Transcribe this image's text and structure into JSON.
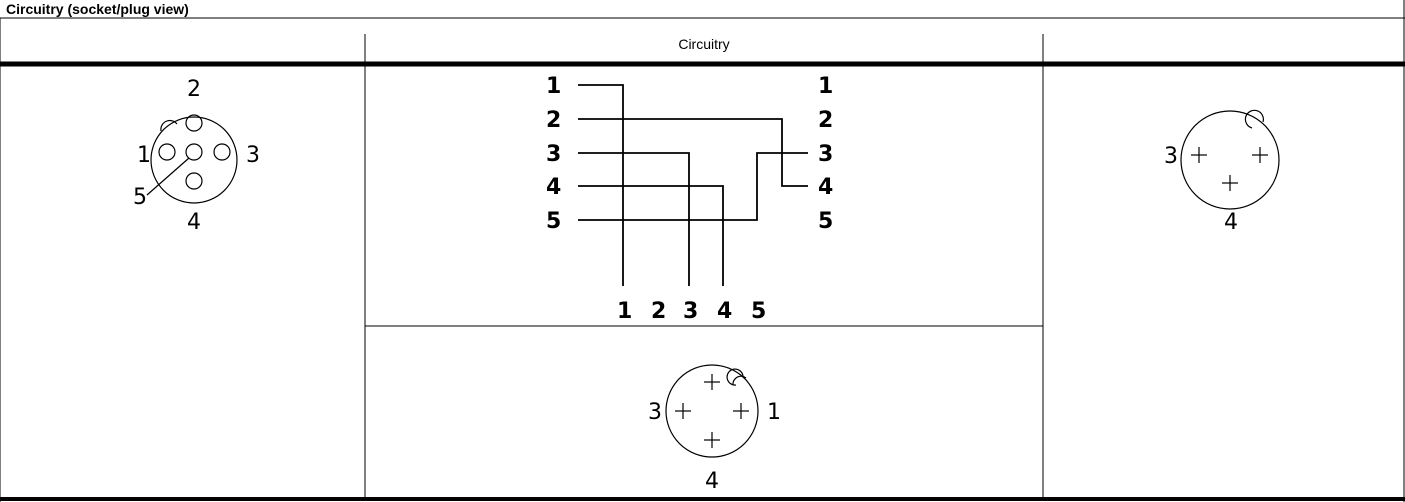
{
  "header": {
    "title": "Circuitry (socket/plug view)",
    "column_heading": "Circuitry"
  },
  "socket_5pin": {
    "pin_labels": [
      "1",
      "2",
      "3",
      "4",
      "5"
    ]
  },
  "wiring": {
    "left_labels": [
      "1",
      "2",
      "3",
      "4",
      "5"
    ],
    "right_labels": [
      "1",
      "2",
      "3",
      "4"
    ],
    "right_label_5": "5",
    "bottom_labels": [
      "1",
      "2",
      "3",
      "4",
      "5"
    ]
  },
  "plug_bottom": {
    "labels": [
      "3",
      "1",
      "4"
    ]
  },
  "plug_right": {
    "labels": [
      "3",
      "4"
    ]
  }
}
